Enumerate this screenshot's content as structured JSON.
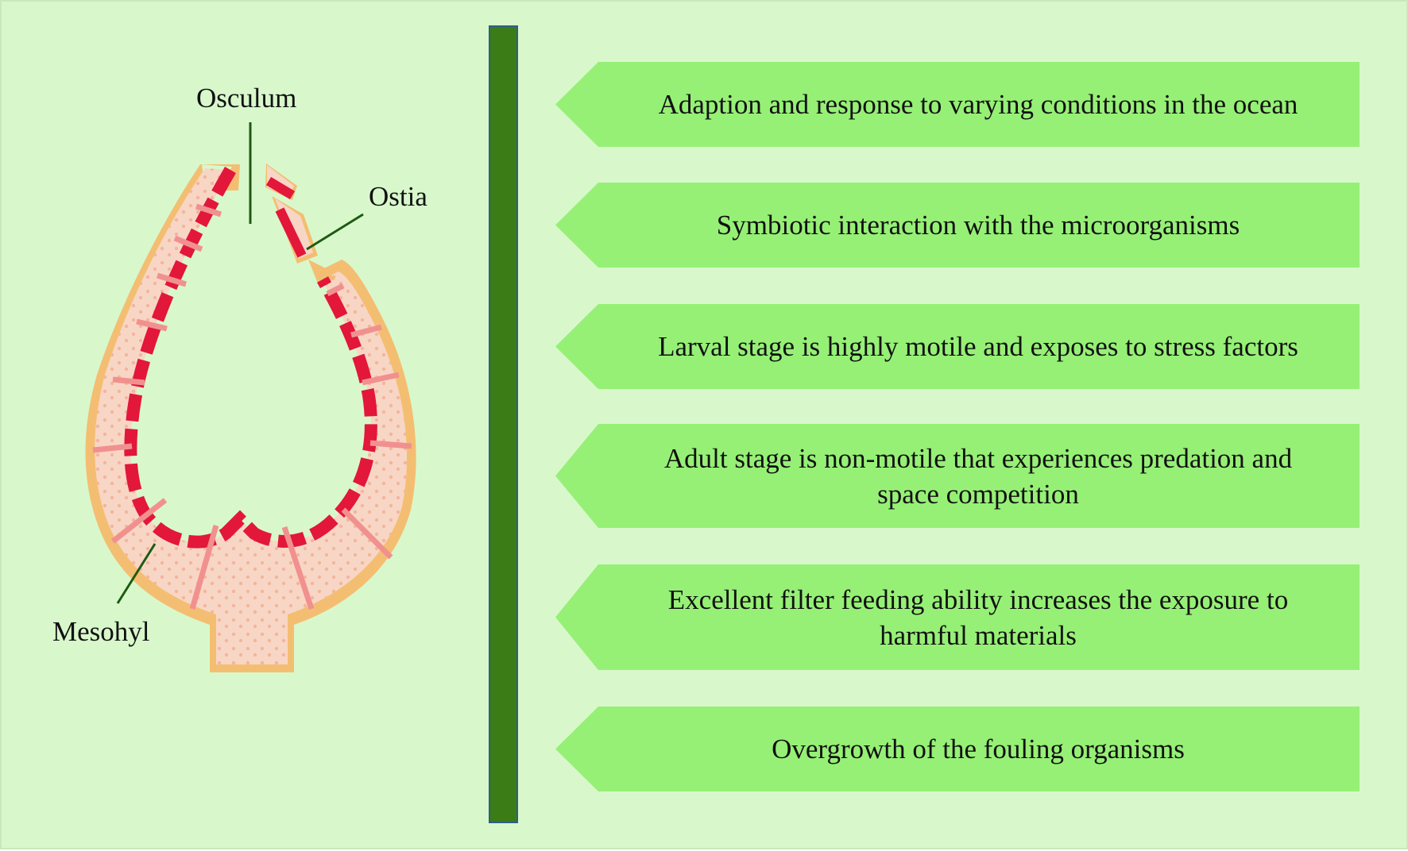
{
  "diagram": {
    "labels": {
      "osculum": "Osculum",
      "ostia": "Ostia",
      "mesohyl": "Mesohyl"
    },
    "colors": {
      "background": "#d8f8cc",
      "outer_layer": "#f4be72",
      "mesohyl_fill": "#f8d6c6",
      "choanocyte_layer": "#e2173a",
      "divider": "#3b7c16",
      "arrow_box": "#96f076"
    }
  },
  "factors": [
    {
      "text": "Adaption and response to varying conditions in the ocean"
    },
    {
      "text": "Symbiotic interaction with the microorganisms"
    },
    {
      "text": "Larval stage is highly motile and exposes to stress factors"
    },
    {
      "text": "Adult stage is non-motile that experiences predation and space competition"
    },
    {
      "text": "Excellent filter feeding ability increases the exposure to harmful materials"
    },
    {
      "text": "Overgrowth of the fouling organisms"
    }
  ]
}
